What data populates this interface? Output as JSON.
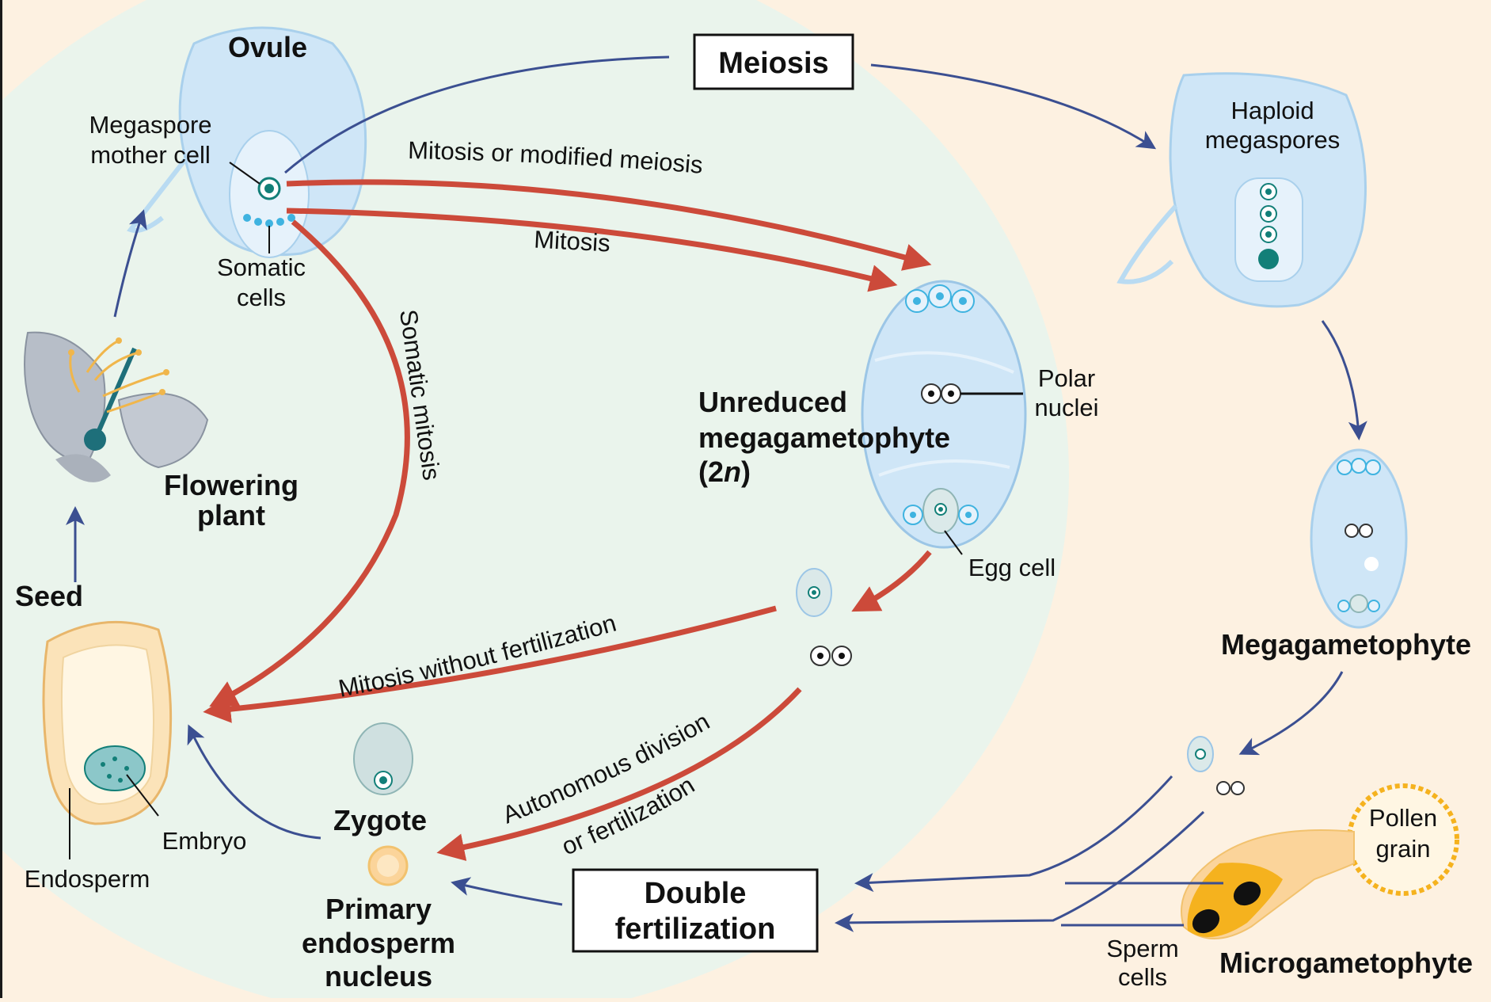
{
  "labels": {
    "ovule": "Ovule",
    "megaspore_mother_cell": [
      "Megaspore",
      "mother cell"
    ],
    "somatic_cells": [
      "Somatic",
      "cells"
    ],
    "meiosis": "Meiosis",
    "haploid_megaspores": [
      "Haploid",
      "megaspores"
    ],
    "mitosis_or_modified_meiosis": "Mitosis or modified meiosis",
    "mitosis": "Mitosis",
    "somatic_mitosis": "Somatic mitosis",
    "unreduced_megagametophyte": [
      "Unreduced",
      "megagametophyte"
    ],
    "ploidy_2n": "(2",
    "ploidy_n": "n",
    "ploidy_close": ")",
    "polar_nuclei": [
      "Polar",
      "nuclei"
    ],
    "egg_cell": "Egg cell",
    "megagametophyte": "Megagametophyte",
    "flowering_plant": [
      "Flowering",
      "plant"
    ],
    "seed": "Seed",
    "embryo": "Embryo",
    "endosperm": "Endosperm",
    "mitosis_without_fertilization": "Mitosis without fertilization",
    "autonomous_division": [
      "Autonomous division",
      "or fertilization"
    ],
    "zygote": "Zygote",
    "primary_endosperm_nucleus": [
      "Primary",
      "endosperm",
      "nucleus"
    ],
    "double_fertilization": [
      "Double",
      "fertilization"
    ],
    "pollen_grain": [
      "Pollen",
      "grain"
    ],
    "sperm_cells": [
      "Sperm",
      "cells"
    ],
    "microgametophyte": "Microgametophyte"
  },
  "colors": {
    "background": "#fdf1e1",
    "inner_region": "#eaf4ec",
    "cell_blue": "#cfe6f7",
    "cell_stroke": "#9cc6e6",
    "red_arrow": "#cc4a3a",
    "blue_arrow": "#3b4f91",
    "nucleus_teal": "#127f78",
    "pollen_orange": "#f5b21e"
  }
}
